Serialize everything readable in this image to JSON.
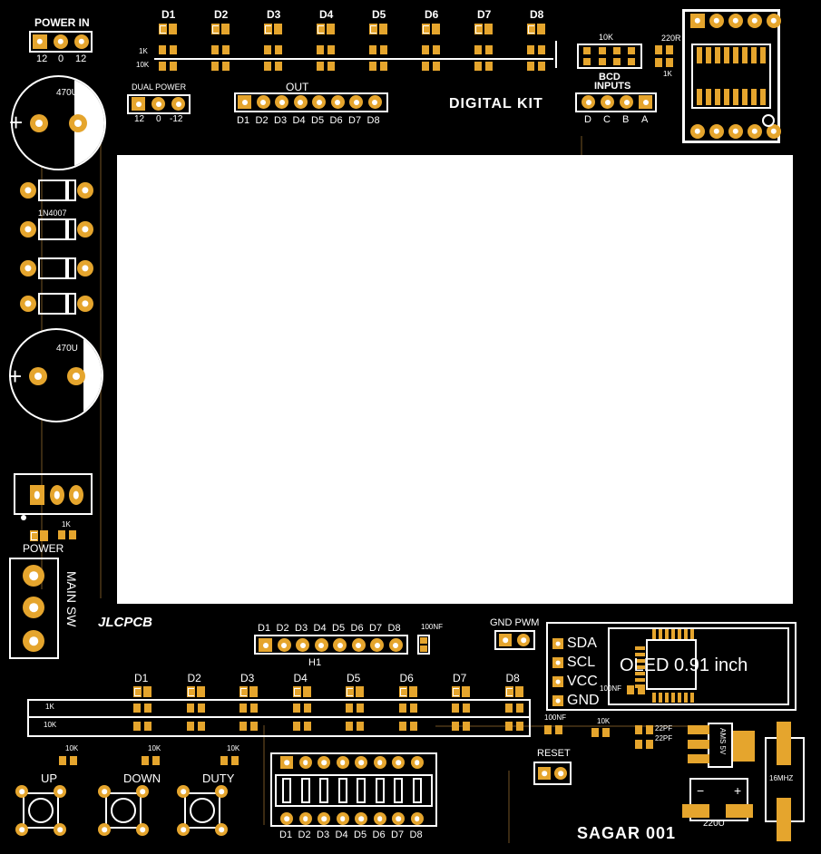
{
  "power_in": {
    "title": "POWER IN",
    "pins": [
      "12",
      "0",
      "12"
    ]
  },
  "top_leds": [
    "D1",
    "D2",
    "D3",
    "D4",
    "D5",
    "D6",
    "D7",
    "D8"
  ],
  "res_row_labels": [
    "1K",
    "10K"
  ],
  "cap_label": "470U",
  "diode_label": "1N4007",
  "dual_power": {
    "title": "DUAL POWER",
    "pins": [
      "12",
      "0",
      "-12"
    ]
  },
  "out_header": {
    "title": "OUT",
    "pins": [
      "D1",
      "D2",
      "D3",
      "D4",
      "D5",
      "D6",
      "D7",
      "D8"
    ]
  },
  "digital_kit": "DIGITAL KIT",
  "bcd": {
    "res_label": "10K",
    "title": "BCD",
    "subtitle": "INPUTS",
    "pins": [
      "D",
      "C",
      "B",
      "A"
    ]
  },
  "res_220": "220R",
  "res_1k": "1K",
  "power_led": {
    "label": "POWER",
    "res": "1K"
  },
  "main_sw": "MAIN SW",
  "jlcpcb": "JLCPCB",
  "h1": {
    "pins": [
      "D1",
      "D2",
      "D3",
      "D4",
      "D5",
      "D6",
      "D7",
      "D8"
    ],
    "label": "H1",
    "cap": "100NF"
  },
  "gnd_pwm": "GND PWM",
  "oled": {
    "pins": [
      "SDA",
      "SCL",
      "VCC",
      "GND"
    ],
    "title": "OLED 0.91 inch",
    "cap": "100NF"
  },
  "bottom_leds": [
    "D1",
    "D2",
    "D3",
    "D4",
    "D5",
    "D6",
    "D7",
    "D8"
  ],
  "bottom_res_labels": [
    "1K",
    "10K"
  ],
  "cap_100nf": "100NF",
  "res_10k": "10K",
  "caps_22pf": [
    "22PF",
    "22PF"
  ],
  "ams": "AMS 5V",
  "reset": "RESET",
  "cap_220u": "220U",
  "crystal": "16MHZ",
  "buttons": [
    {
      "label": "UP",
      "res": "10K"
    },
    {
      "label": "DOWN",
      "res": "10K"
    },
    {
      "label": "DUTY",
      "res": "10K"
    }
  ],
  "dip_pins": [
    "D1",
    "D2",
    "D3",
    "D4",
    "D5",
    "D6",
    "D7",
    "D8"
  ],
  "signature": "SAGAR 001",
  "colors": {
    "pad": "#e5a52d",
    "silk": "#ffffff",
    "board": "#000000",
    "display_area": "#ffffff"
  }
}
